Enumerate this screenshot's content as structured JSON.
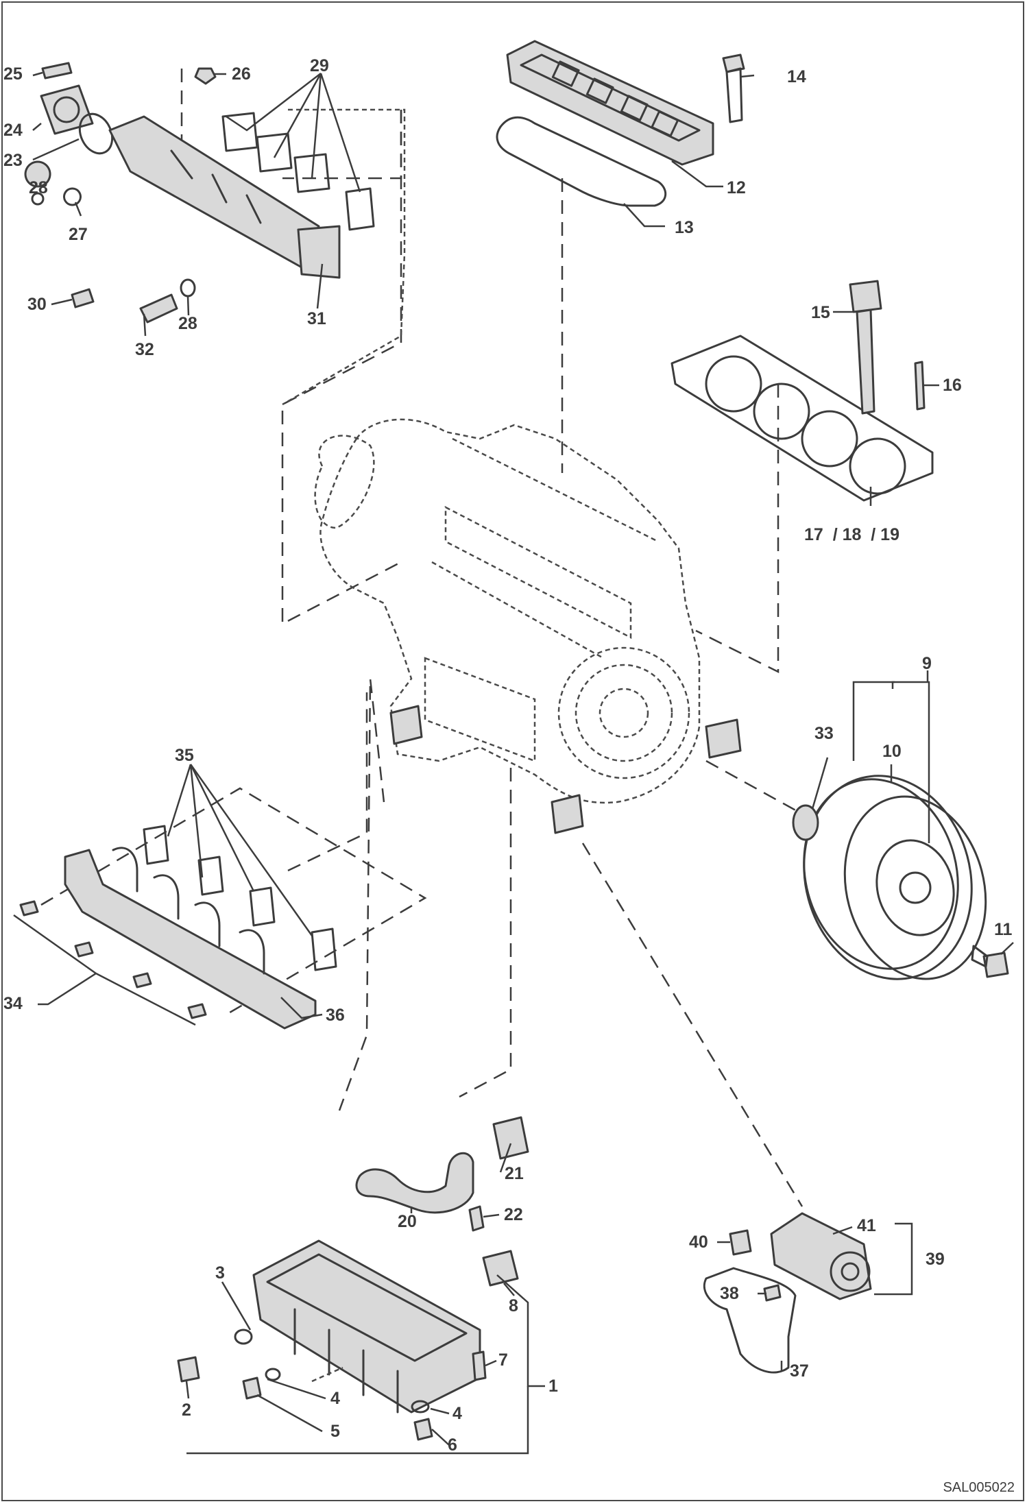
{
  "diagram_ref": "SAL005022",
  "callouts": [
    {
      "id": "25",
      "text": "25"
    },
    {
      "id": "26",
      "text": "26"
    },
    {
      "id": "29",
      "text": "29"
    },
    {
      "id": "24",
      "text": "24"
    },
    {
      "id": "23",
      "text": "23"
    },
    {
      "id": "28a",
      "text": "28"
    },
    {
      "id": "27",
      "text": "27"
    },
    {
      "id": "30",
      "text": "30"
    },
    {
      "id": "32",
      "text": "32"
    },
    {
      "id": "28b",
      "text": "28"
    },
    {
      "id": "31",
      "text": "31"
    },
    {
      "id": "14",
      "text": "14"
    },
    {
      "id": "12",
      "text": "12"
    },
    {
      "id": "13",
      "text": "13"
    },
    {
      "id": "15",
      "text": "15"
    },
    {
      "id": "16",
      "text": "16"
    },
    {
      "id": "17-19",
      "text": "17  / 18  / 19"
    },
    {
      "id": "9",
      "text": "9"
    },
    {
      "id": "10",
      "text": "10"
    },
    {
      "id": "33",
      "text": "33"
    },
    {
      "id": "11",
      "text": "11"
    },
    {
      "id": "35",
      "text": "35"
    },
    {
      "id": "34",
      "text": "34"
    },
    {
      "id": "36",
      "text": "36"
    },
    {
      "id": "21",
      "text": "21"
    },
    {
      "id": "20",
      "text": "20"
    },
    {
      "id": "22",
      "text": "22"
    },
    {
      "id": "8",
      "text": "8"
    },
    {
      "id": "3",
      "text": "3"
    },
    {
      "id": "7",
      "text": "7"
    },
    {
      "id": "1",
      "text": "1"
    },
    {
      "id": "2",
      "text": "2"
    },
    {
      "id": "4a",
      "text": "4"
    },
    {
      "id": "5",
      "text": "5"
    },
    {
      "id": "4b",
      "text": "4"
    },
    {
      "id": "6",
      "text": "6"
    },
    {
      "id": "40",
      "text": "40"
    },
    {
      "id": "41",
      "text": "41"
    },
    {
      "id": "39",
      "text": "39"
    },
    {
      "id": "38",
      "text": "38"
    },
    {
      "id": "37",
      "text": "37"
    }
  ]
}
